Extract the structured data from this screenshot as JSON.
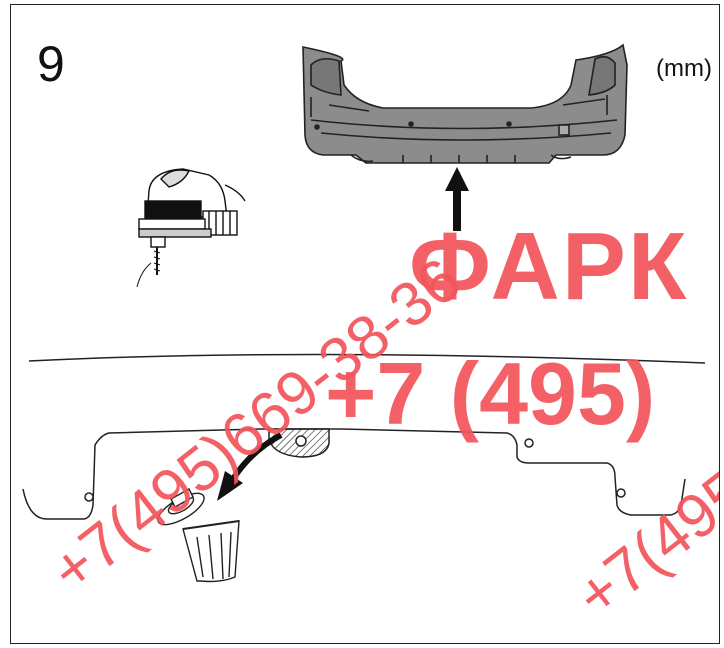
{
  "step": {
    "number": "9",
    "unit": "(mm)"
  },
  "watermark": {
    "brand": "ФАРК",
    "phone_big": "+7 (495)",
    "phone_diag": "+7(495)669-38-36",
    "phone_diag_partial": "+7(495",
    "color": "#f2545b"
  },
  "icons": {
    "bumper": "rear-bumper-illustration",
    "jigsaw": "jigsaw-icon",
    "arrow_up": "arrow-up-icon",
    "arrow_curved": "curved-arrow-icon",
    "trash": "trash-can-icon",
    "clip": "removed-clip-part"
  }
}
